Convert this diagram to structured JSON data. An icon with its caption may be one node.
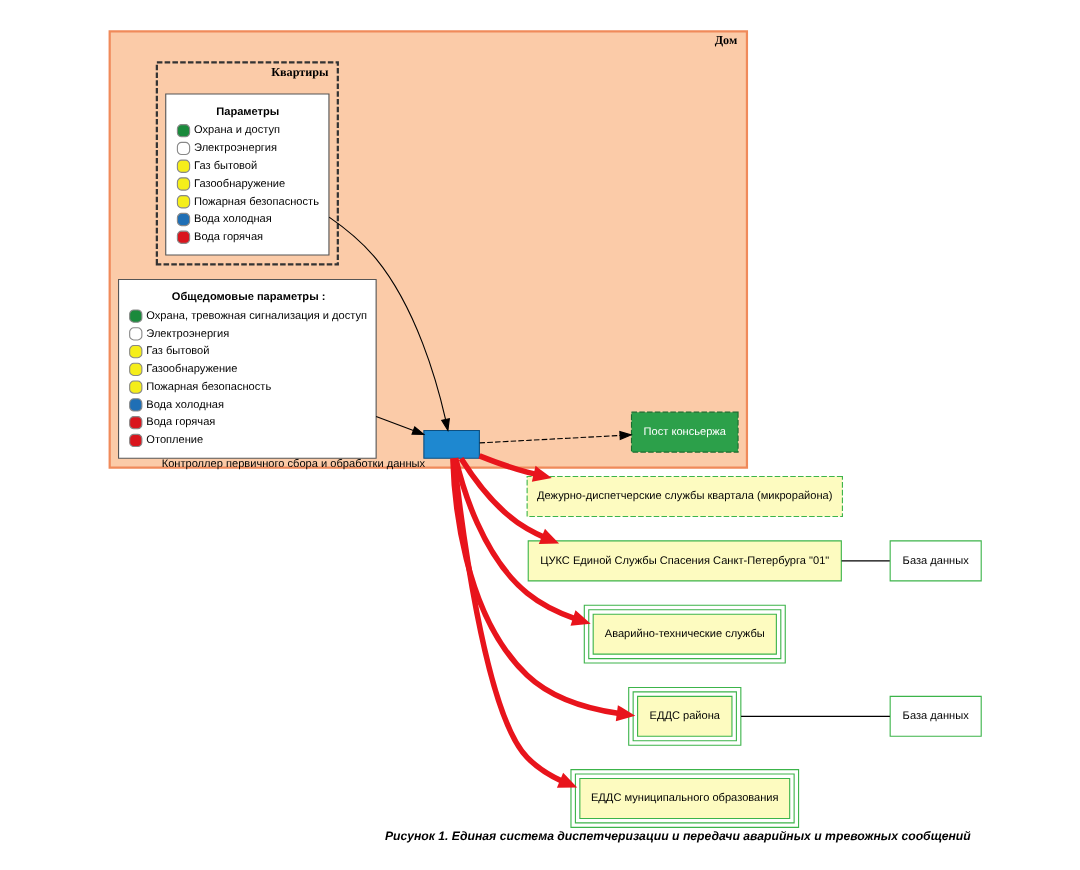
{
  "diagram": {
    "caption": "Рисунок 1. Единая система диспетчеризации и передачи аварийных и тревожных сообщений",
    "nodes": [
      {
        "text": [
          "Дом"
        ]
      },
      {
        "text": [
          "Квартиры"
        ],
        "in": 0
      },
      {
        "text": [
          "Параметры",
          "Охрана и доступ",
          "Электроэнергия",
          "Газ бытовой",
          "Газообнаружение",
          "Пожарная безопасность",
          "Вода холодная",
          "Вода горячая"
        ],
        "in": 1
      },
      {
        "text": [
          "Общедомовые параметры :",
          "Охрана, тревожная сигнализация и доступ",
          "Электроэнергия",
          "Газ бытовой",
          "Газообнаружение",
          "Пожарная безопасность",
          "Вода холодная",
          "Вода горячая",
          "Отопление"
        ],
        "in": 0
      },
      {
        "text": [],
        "shape": "box",
        "in": 0,
        "beside": [
          "Контроллер первичного сбора и обработки данных"
        ]
      },
      {
        "text": [
          "Пост консьержа"
        ],
        "in": 0
      },
      {
        "text": [
          "Дежурно-диспетчерские службы квартала (микрорайона)"
        ]
      },
      {
        "text": [
          "ЦУКС Единой Службы Спасения Санкт-Петербурга \"01\""
        ]
      },
      {
        "text": [
          "База данных"
        ]
      },
      {
        "text": [
          "Аварийно-технические службы"
        ]
      },
      {
        "text": [
          "ЕДДС района"
        ]
      },
      {
        "text": [
          "База данных"
        ]
      },
      {
        "text": [
          "ЕДДС муниципального образования"
        ]
      }
    ],
    "edges": [
      {
        "from": 2,
        "to": 4,
        "arrow": "to"
      },
      {
        "from": 3,
        "to": 4,
        "arrow": "to"
      },
      {
        "from": 4,
        "to": 5,
        "arrow": "to",
        "style": "dashed"
      },
      {
        "from": 4,
        "to": 6,
        "arrow": "to",
        "style": "thick",
        "color": "#e8141c"
      },
      {
        "from": 4,
        "to": 7,
        "arrow": "to",
        "style": "thick",
        "color": "#e8141c"
      },
      {
        "from": 4,
        "to": 9,
        "arrow": "to",
        "style": "thick",
        "color": "#e8141c"
      },
      {
        "from": 4,
        "to": 10,
        "arrow": "to",
        "style": "thick",
        "color": "#e8141c"
      },
      {
        "from": 4,
        "to": 12,
        "arrow": "to",
        "style": "thick",
        "color": "#e8141c"
      },
      {
        "from": 7,
        "to": 8,
        "arrow": "none"
      },
      {
        "from": 10,
        "to": 11,
        "arrow": "none"
      }
    ]
  }
}
